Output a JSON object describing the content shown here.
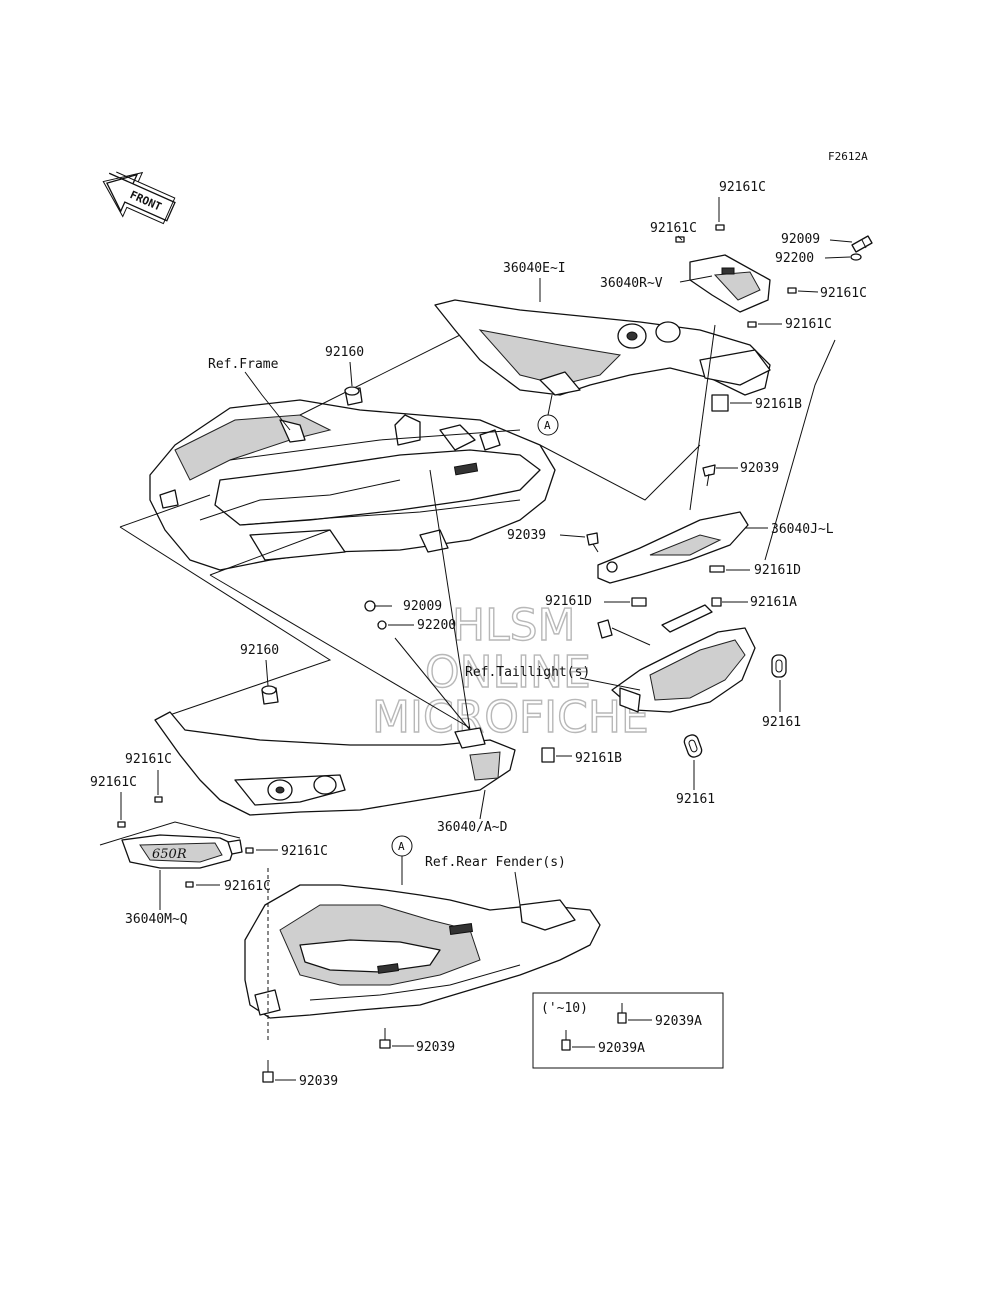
{
  "diagram_code": "F2612A",
  "front_label": "FRONT",
  "watermark": {
    "line1": "HLSM",
    "line2": "ONLINE",
    "line3": "MICROFICHE"
  },
  "refs": {
    "frame": "Ref.Frame",
    "taillight": "Ref.Taillight(s)",
    "rear_fender": "Ref.Rear Fender(s)"
  },
  "badge_text": "650R",
  "callout_marker": "A",
  "box_note": "('~10)",
  "labels": {
    "p92161C_top": "92161C",
    "p92161C_a": "92161C",
    "p92009_top": "92009",
    "p92200_top": "92200",
    "p36040E_I": "36040E~I",
    "p36040R_V": "36040R~V",
    "p92161C_b": "92161C",
    "p92161C_c": "92161C",
    "p92160_top": "92160",
    "p92161B_top": "92161B",
    "p92039_a": "92039",
    "p36040J_L": "36040J~L",
    "p92039_b": "92039",
    "p92161D_a": "92161D",
    "p92161D_b": "92161D",
    "p92161A": "92161A",
    "p92009_mid": "92009",
    "p92200_mid": "92200",
    "p92160_mid": "92160",
    "p92161_a": "92161",
    "p92161_b": "92161",
    "p92161C_d": "92161C",
    "p92161B_mid": "92161B",
    "p92161C_e": "92161C",
    "p36040A_D": "36040/A~D",
    "p92161C_f": "92161C",
    "p92161C_g": "92161C",
    "p36040M_Q": "36040M~Q",
    "p92039_c": "92039",
    "p92039_d": "92039",
    "p92039A_a": "92039A",
    "p92039A_b": "92039A"
  }
}
